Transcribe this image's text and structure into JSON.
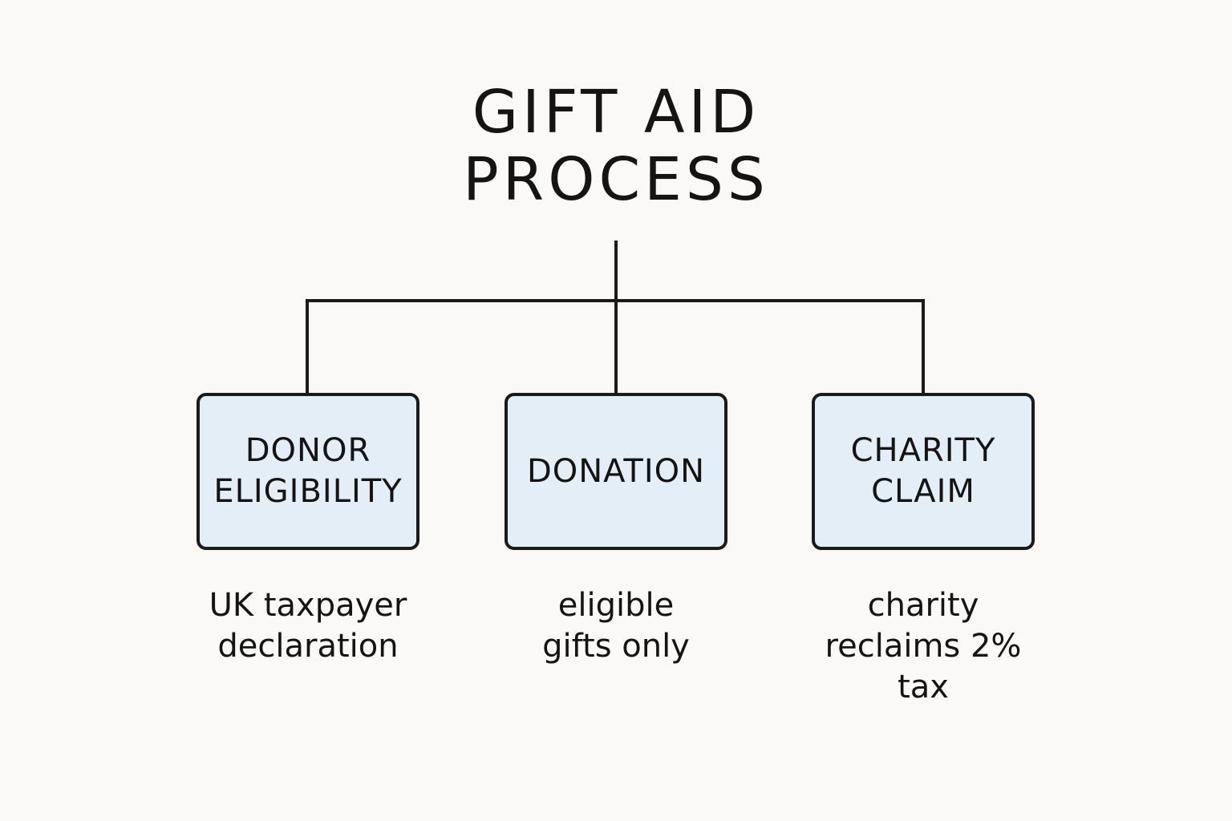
{
  "title": {
    "line1": "GIFT AID",
    "line2": "PROCESS"
  },
  "boxes": [
    {
      "line1": "DONOR",
      "line2": "ELIGIBILITY"
    },
    {
      "line1": "DONATION"
    },
    {
      "line1": "CHARITY",
      "line2": "CLAIM"
    }
  ],
  "descriptions": [
    {
      "line1": "UK taxpayer",
      "line2": "declaration"
    },
    {
      "line1": "eligible",
      "line2": "gifts only"
    },
    {
      "line1": "charity",
      "line2": "reclaims 2%",
      "line3": "tax"
    }
  ],
  "colors": {
    "background": "#faf9f7",
    "box_fill": "#e3eef6",
    "stroke": "#1a1a1a"
  }
}
